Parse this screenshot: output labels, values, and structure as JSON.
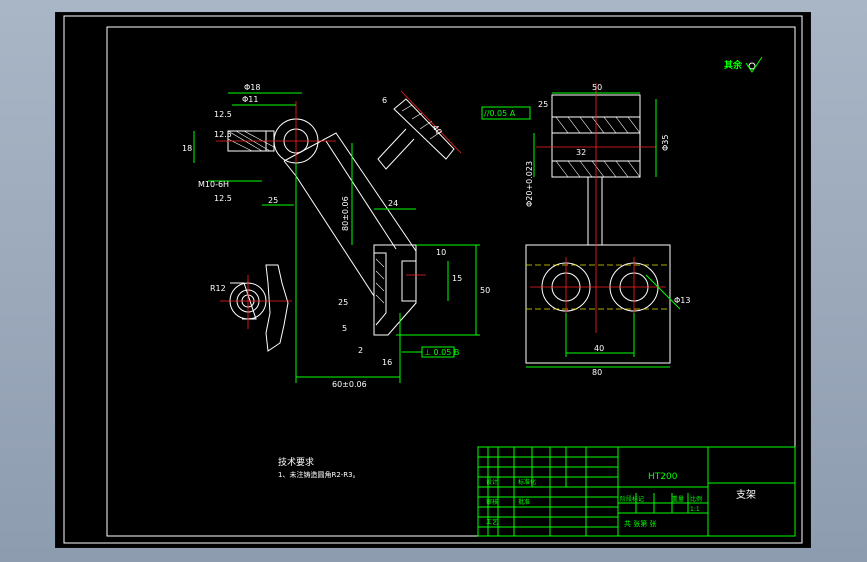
{
  "roughness": {
    "label": "其余",
    "symbol": "✓"
  },
  "dimensions": {
    "d18": "Φ18",
    "d11": "Φ11",
    "r12_5a": "12.5",
    "r12_5b": "12.5",
    "r12_5c": "12.5",
    "d18v": "18",
    "thread": "M10-6H",
    "len25": "25",
    "len80": "80±0.06",
    "len60": "60±0.06",
    "ang6": "6",
    "len40": "40",
    "len24": "24",
    "len10": "10",
    "len15": "15",
    "len50": "50",
    "len5": "5",
    "len16": "16",
    "len2": "2",
    "r25a": "25",
    "r25b": "25",
    "top50": "50",
    "d35": "Φ35",
    "d32": "32",
    "d20": "Φ20+0.023",
    "c40": "40",
    "w80": "80",
    "r12": "R12",
    "d13": "Φ13",
    "tol_par": "//0.05 A",
    "tol_perp": "⊥ 0.05 B"
  },
  "notes": {
    "title": "技术要求",
    "line1": "1、未注铸造圆角R2-R3。"
  },
  "title_block": {
    "material": "HT200",
    "part_name": "支架",
    "scale": "1:1",
    "hdr_stage": "阶段标记",
    "hdr_weight": "重量",
    "hdr_scale": "比例",
    "sheets": "共 张第 张",
    "design": "设计",
    "check": "审核",
    "process": "工艺",
    "std": "标准化",
    "approve": "批准"
  }
}
